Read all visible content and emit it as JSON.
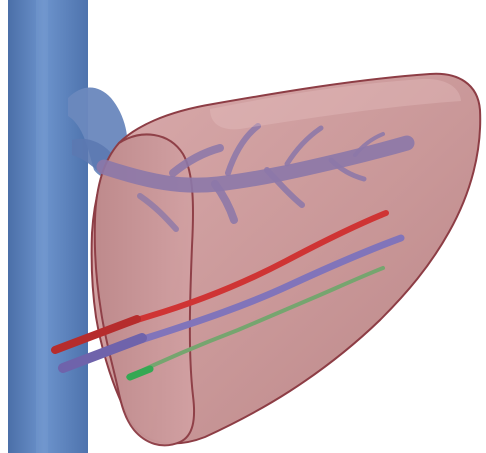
{
  "illustration": {
    "subject": "liver-anatomy",
    "elements": [
      "vena-cava",
      "hepatic-vein",
      "liver",
      "artery",
      "portal-vein",
      "bile-duct"
    ]
  },
  "colors": {
    "background": "#ffffff",
    "vena_cava": "#5f84bd",
    "vena_cava_shadow": "#4b6fa8",
    "liver_fill": "#c99798",
    "liver_outline": "#8d3d45",
    "hepatic_vein": "#8c78a8",
    "artery": "#cf3434",
    "portal_vein": "#8174ba",
    "bile_duct": "#76a56f"
  }
}
